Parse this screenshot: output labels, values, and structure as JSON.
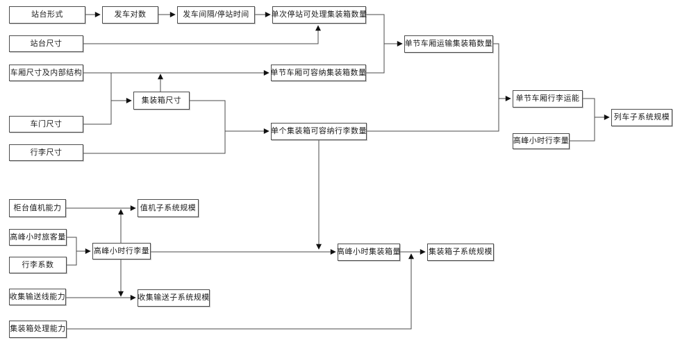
{
  "diagram": {
    "type": "flowchart",
    "language": "zh-CN",
    "colors": {
      "background": "#ffffff",
      "box_border": "#4b4b4b",
      "line": "#4a4a4a",
      "arrow": "#111111",
      "text": "#1a1a1a"
    },
    "nodes": {
      "platform_type": {
        "label": "站台形式"
      },
      "departure_pairs": {
        "label": "发车对数"
      },
      "departure_interval": {
        "label": "发车间隔/停站时间"
      },
      "containers_per_stop": {
        "label": "单次停站可处理集装箱数量"
      },
      "platform_size": {
        "label": "站台尺寸"
      },
      "containers_per_car_transport": {
        "label": "单节车厢运输集装箱数量"
      },
      "car_size_structure": {
        "label": "车厢尺寸及内部结构"
      },
      "containers_per_car_capacity": {
        "label": "单节车厢可容纳集装箱数量"
      },
      "container_size": {
        "label": "集装箱尺寸"
      },
      "door_size": {
        "label": "车门尺寸"
      },
      "baggage_per_container": {
        "label": "单个集装箱可容纳行李数量"
      },
      "baggage_size": {
        "label": "行李尺寸"
      },
      "car_baggage_capacity": {
        "label": "单节车厢行李运能"
      },
      "peak_hour_baggage_right": {
        "label": "高峰小时行李量"
      },
      "train_subsystem_scale": {
        "label": "列车子系统规模"
      },
      "counter_checkin_capacity": {
        "label": "柜台值机能力"
      },
      "checkin_subsystem_scale": {
        "label": "值机子系统规模"
      },
      "peak_hour_passengers": {
        "label": "高峰小时旅客量"
      },
      "baggage_coefficient": {
        "label": "行李系数"
      },
      "peak_hour_baggage": {
        "label": "高峰小时行李量"
      },
      "collection_conveyor_capacity": {
        "label": "收集输送线能力"
      },
      "collection_subsystem_scale": {
        "label": "收集输送子系统规模"
      },
      "container_handling_capacity": {
        "label": "集装箱处理能力"
      },
      "peak_hour_containers": {
        "label": "高峰小时集装箱量"
      },
      "container_subsystem_scale": {
        "label": "集装箱子系统规模"
      }
    },
    "edges": [
      {
        "from": "platform_type",
        "to": "departure_pairs"
      },
      {
        "from": "departure_pairs",
        "to": "departure_interval"
      },
      {
        "from": "departure_interval",
        "to": "containers_per_stop"
      },
      {
        "from": "platform_size",
        "to": "containers_per_stop"
      },
      {
        "from": "containers_per_stop",
        "to": "containers_per_car_transport"
      },
      {
        "from": "containers_per_car_capacity",
        "to": "containers_per_car_transport"
      },
      {
        "from": "car_size_structure",
        "to": "containers_per_car_capacity"
      },
      {
        "from": "car_size_structure",
        "to": "container_size"
      },
      {
        "from": "door_size",
        "to": "container_size"
      },
      {
        "from": "container_size",
        "to": "containers_per_car_capacity"
      },
      {
        "from": "container_size",
        "to": "baggage_per_container"
      },
      {
        "from": "baggage_size",
        "to": "baggage_per_container"
      },
      {
        "from": "containers_per_car_transport",
        "to": "car_baggage_capacity"
      },
      {
        "from": "baggage_per_container",
        "to": "car_baggage_capacity"
      },
      {
        "from": "car_baggage_capacity",
        "to": "train_subsystem_scale"
      },
      {
        "from": "peak_hour_baggage_right",
        "to": "train_subsystem_scale"
      },
      {
        "from": "counter_checkin_capacity",
        "to": "checkin_subsystem_scale"
      },
      {
        "from": "peak_hour_baggage",
        "to": "checkin_subsystem_scale"
      },
      {
        "from": "peak_hour_passengers",
        "to": "peak_hour_baggage"
      },
      {
        "from": "baggage_coefficient",
        "to": "peak_hour_baggage"
      },
      {
        "from": "peak_hour_baggage",
        "to": "peak_hour_containers"
      },
      {
        "from": "baggage_per_container",
        "to": "peak_hour_containers"
      },
      {
        "from": "peak_hour_containers",
        "to": "container_subsystem_scale"
      },
      {
        "from": "container_handling_capacity",
        "to": "container_subsystem_scale"
      },
      {
        "from": "collection_conveyor_capacity",
        "to": "collection_subsystem_scale"
      },
      {
        "from": "peak_hour_baggage",
        "to": "collection_subsystem_scale"
      }
    ]
  }
}
